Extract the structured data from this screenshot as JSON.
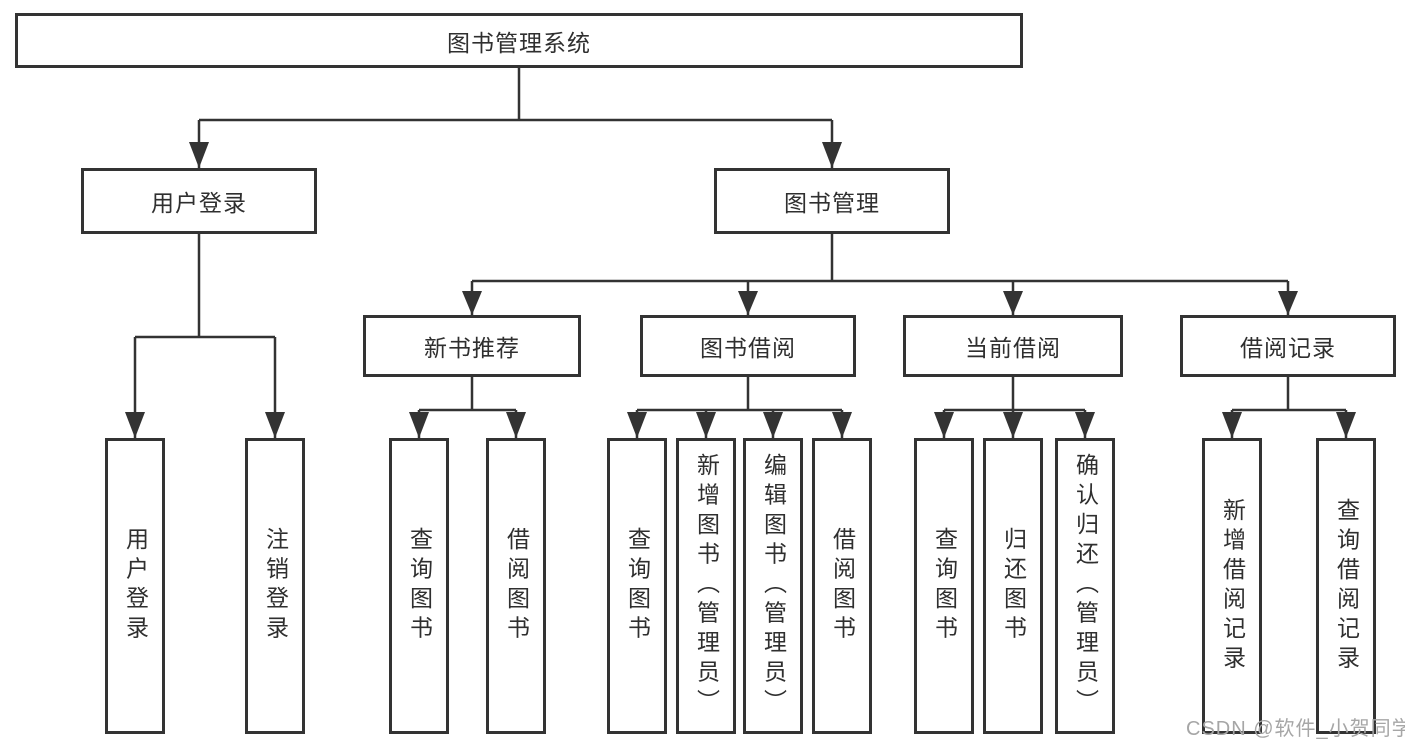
{
  "tree": {
    "label": "图书管理系统",
    "children": [
      {
        "label": "用户登录",
        "children": [
          {
            "label": "用户登录"
          },
          {
            "label": "注销登录"
          }
        ]
      },
      {
        "label": "图书管理",
        "children": [
          {
            "label": "新书推荐",
            "children": [
              {
                "label": "查询图书"
              },
              {
                "label": "借阅图书"
              }
            ]
          },
          {
            "label": "图书借阅",
            "children": [
              {
                "label": "查询图书"
              },
              {
                "label": "新增图书（管理员）"
              },
              {
                "label": "编辑图书（管理员）"
              },
              {
                "label": "借阅图书"
              }
            ]
          },
          {
            "label": "当前借阅",
            "children": [
              {
                "label": "查询图书"
              },
              {
                "label": "归还图书"
              },
              {
                "label": "确认归还（管理员）"
              }
            ]
          },
          {
            "label": "借阅记录",
            "children": [
              {
                "label": "新增借阅记录"
              },
              {
                "label": "查询借阅记录"
              }
            ]
          }
        ]
      }
    ]
  },
  "watermark": {
    "text": "CSDN @软件_小贺同学"
  },
  "colors": {
    "line": "#333333",
    "box_border": "#333333",
    "text": "#2f2f2f",
    "watermark": "#a6a6a6",
    "background": "#ffffff"
  }
}
